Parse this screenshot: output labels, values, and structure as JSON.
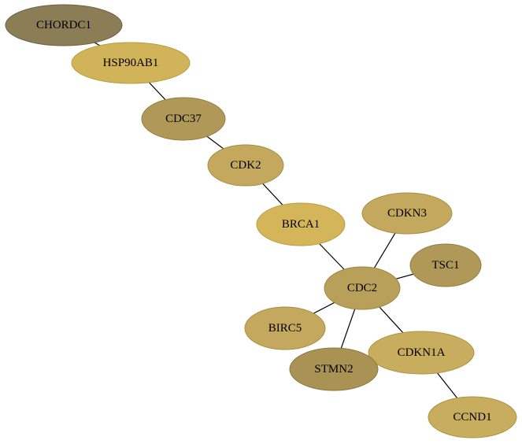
{
  "nodes": [
    {
      "id": "CHORDC1",
      "label": "CHORDC1",
      "fill": "#8b7d56",
      "stroke": "#6e6242"
    },
    {
      "id": "HSP90AB1",
      "label": "HSP90AB1",
      "fill": "#d1b45a",
      "stroke": "#b89c3f"
    },
    {
      "id": "CDC37",
      "label": "CDC37",
      "fill": "#b09858",
      "stroke": "#94803f"
    },
    {
      "id": "CDK2",
      "label": "CDK2",
      "fill": "#c4a85e",
      "stroke": "#a88f44"
    },
    {
      "id": "BRCA1",
      "label": "BRCA1",
      "fill": "#d4b559",
      "stroke": "#baa03f"
    },
    {
      "id": "CDKN3",
      "label": "CDKN3",
      "fill": "#c4a85e",
      "stroke": "#a88f44"
    },
    {
      "id": "TSC1",
      "label": "TSC1",
      "fill": "#b09858",
      "stroke": "#94803f"
    },
    {
      "id": "CDC2",
      "label": "CDC2",
      "fill": "#b9a05a",
      "stroke": "#9e8740"
    },
    {
      "id": "BIRC5",
      "label": "BIRC5",
      "fill": "#c4a85e",
      "stroke": "#a88f44"
    },
    {
      "id": "CDKN1A",
      "label": "CDKN1A",
      "fill": "#c9ad5e",
      "stroke": "#ae9444"
    },
    {
      "id": "STMN2",
      "label": "STMN2",
      "fill": "#a99254",
      "stroke": "#8d783c"
    },
    {
      "id": "CCND1",
      "label": "CCND1",
      "fill": "#c9ad5e",
      "stroke": "#ae9444"
    }
  ],
  "edges": [
    {
      "source": "CHORDC1",
      "target": "HSP90AB1"
    },
    {
      "source": "HSP90AB1",
      "target": "CDC37"
    },
    {
      "source": "CDC37",
      "target": "CDK2"
    },
    {
      "source": "CDK2",
      "target": "BRCA1"
    },
    {
      "source": "BRCA1",
      "target": "CDC2"
    },
    {
      "source": "CDKN3",
      "target": "CDC2"
    },
    {
      "source": "TSC1",
      "target": "CDC2"
    },
    {
      "source": "BIRC5",
      "target": "CDC2"
    },
    {
      "source": "STMN2",
      "target": "CDC2"
    },
    {
      "source": "CDKN1A",
      "target": "CDC2"
    },
    {
      "source": "CDKN1A",
      "target": "CCND1"
    }
  ]
}
